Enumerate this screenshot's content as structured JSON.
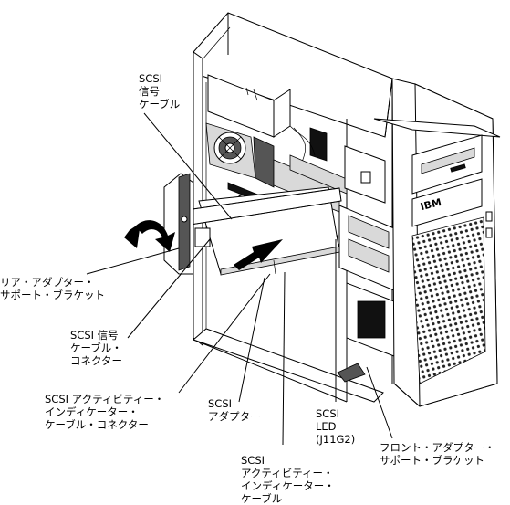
{
  "labels": {
    "scsi_signal_cable": [
      "SCSI",
      "信号",
      "ケーブル"
    ],
    "rear_adapter_bracket": [
      "リア・アダプター・",
      "サポート・ブラケット"
    ],
    "scsi_signal_cable_connector": [
      "SCSI 信号",
      "ケーブル・",
      "コネクター"
    ],
    "activity_indicator_cable_connector": [
      "SCSI アクティビティー・",
      "インディケーター・",
      "ケーブル・コネクター"
    ],
    "scsi_adapter": [
      "SCSI",
      "アダプター"
    ],
    "scsi_led": [
      "SCSI",
      "LED",
      "(J11G2)"
    ],
    "front_adapter_bracket": [
      "フロント・アダプター・",
      "サポート・ブラケット"
    ],
    "activity_indicator_cable": [
      "SCSI",
      "アクティビティー・",
      "インディケーター・",
      "ケーブル"
    ]
  },
  "logo": "IBM"
}
